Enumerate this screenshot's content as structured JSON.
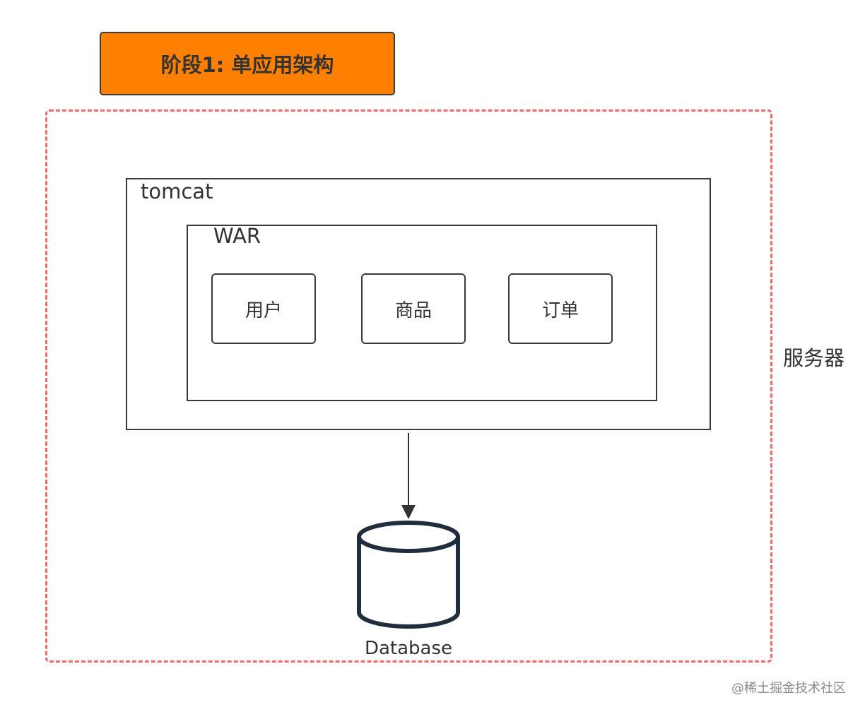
{
  "title": {
    "text": "阶段1: 单应用架构",
    "fill_color": "#ff8000"
  },
  "server": {
    "label": "服务器",
    "border_color": "#ee6b6b"
  },
  "tomcat": {
    "label": "tomcat"
  },
  "war": {
    "label": "WAR",
    "modules": [
      "用户",
      "商品",
      "订单"
    ]
  },
  "database": {
    "label": "Database",
    "stroke_color": "#1f2d3d"
  },
  "watermark": "@稀土掘金技术社区"
}
